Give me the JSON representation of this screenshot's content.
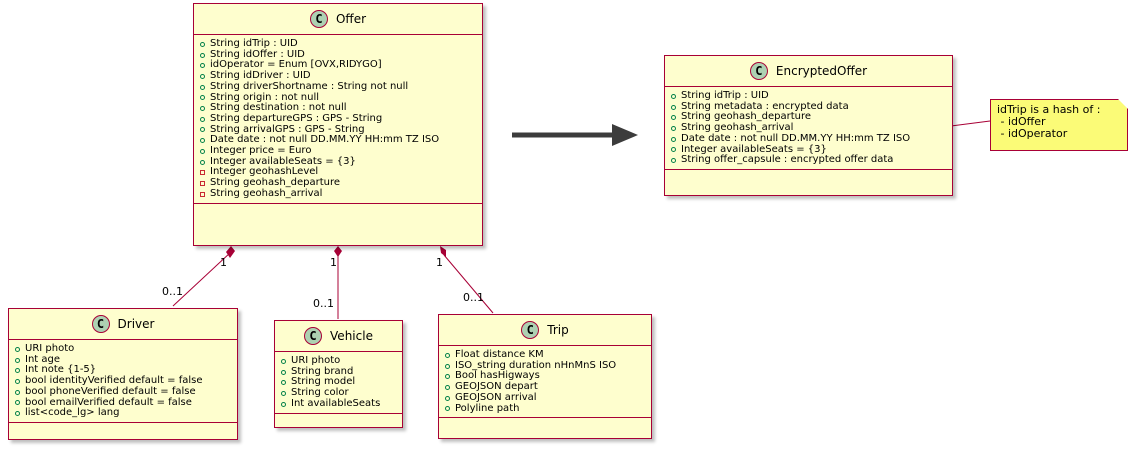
{
  "classes": {
    "offer": {
      "name": "Offer",
      "stereotype_letter": "C",
      "attributes": [
        {
          "vis": "public",
          "text": "String idTrip : UID"
        },
        {
          "vis": "public",
          "text": "String idOffer : UID"
        },
        {
          "vis": "public",
          "text": "idOperator = Enum [OVX,RIDYGO]"
        },
        {
          "vis": "public",
          "text": "String idDriver : UID"
        },
        {
          "vis": "public",
          "text": "String driverShortname : String not null"
        },
        {
          "vis": "public",
          "text": "String origin : not null"
        },
        {
          "vis": "public",
          "text": "String destination : not null"
        },
        {
          "vis": "public",
          "text": "String departureGPS : GPS - String"
        },
        {
          "vis": "public",
          "text": "String arrivalGPS : GPS - String"
        },
        {
          "vis": "public",
          "text": "Date date : not null DD.MM.YY HH:mm TZ ISO"
        },
        {
          "vis": "public",
          "text": "Integer  price = Euro"
        },
        {
          "vis": "public",
          "text": "Integer  availableSeats = {3}"
        },
        {
          "vis": "private",
          "text": "Integer geohashLevel"
        },
        {
          "vis": "private",
          "text": "String geohash_departure"
        },
        {
          "vis": "private",
          "text": "String geohash_arrival"
        }
      ]
    },
    "encrypted_offer": {
      "name": "EncryptedOffer",
      "stereotype_letter": "C",
      "attributes": [
        {
          "vis": "public",
          "text": "String idTrip : UID"
        },
        {
          "vis": "public",
          "text": "String metadata : encrypted data"
        },
        {
          "vis": "public",
          "text": "String geohash_departure"
        },
        {
          "vis": "public",
          "text": "String geohash_arrival"
        },
        {
          "vis": "public",
          "text": "Date date : not null DD.MM.YY HH:mm TZ ISO"
        },
        {
          "vis": "public",
          "text": "Integer  availableSeats = {3}"
        },
        {
          "vis": "public",
          "text": "String offer_capsule : encrypted offer data"
        }
      ]
    },
    "driver": {
      "name": "Driver",
      "stereotype_letter": "C",
      "attributes": [
        {
          "vis": "public",
          "text": "URI photo"
        },
        {
          "vis": "public",
          "text": "Int age"
        },
        {
          "vis": "public",
          "text": "Int note {1-5}"
        },
        {
          "vis": "public",
          "text": "bool identityVerified default = false"
        },
        {
          "vis": "public",
          "text": "bool phoneVerified default = false"
        },
        {
          "vis": "public",
          "text": "bool emailVerified default = false"
        },
        {
          "vis": "public",
          "text": "list<code_lg> lang"
        }
      ]
    },
    "vehicle": {
      "name": "Vehicle",
      "stereotype_letter": "C",
      "attributes": [
        {
          "vis": "public",
          "text": "URI photo"
        },
        {
          "vis": "public",
          "text": "String brand"
        },
        {
          "vis": "public",
          "text": "String model"
        },
        {
          "vis": "public",
          "text": "String color"
        },
        {
          "vis": "public",
          "text": "Int availableSeats"
        }
      ]
    },
    "trip": {
      "name": "Trip",
      "stereotype_letter": "C",
      "attributes": [
        {
          "vis": "public",
          "text": "Float distance KM"
        },
        {
          "vis": "public",
          "text": "ISO_string duration nHnMnS ISO"
        },
        {
          "vis": "public",
          "text": "Bool hasHigways"
        },
        {
          "vis": "public",
          "text": "GEOJSON depart"
        },
        {
          "vis": "public",
          "text": "GEOJSON  arrival"
        },
        {
          "vis": "public",
          "text": "Polyline path"
        }
      ]
    }
  },
  "note": {
    "lines": [
      "idTrip is a hash of :",
      " - idOffer",
      " - idOperator"
    ]
  },
  "multiplicities": {
    "driver_source": "1",
    "driver_target": "0..1",
    "vehicle_source": "1",
    "vehicle_target": "0..1",
    "trip_source": "1",
    "trip_target": "0..1"
  },
  "colors": {
    "class_fill": "#FEFECE",
    "class_border": "#A80036",
    "class_icon": "#ADD1B2",
    "note_fill": "#FBFB77",
    "arrow": "#3C3C3C"
  }
}
